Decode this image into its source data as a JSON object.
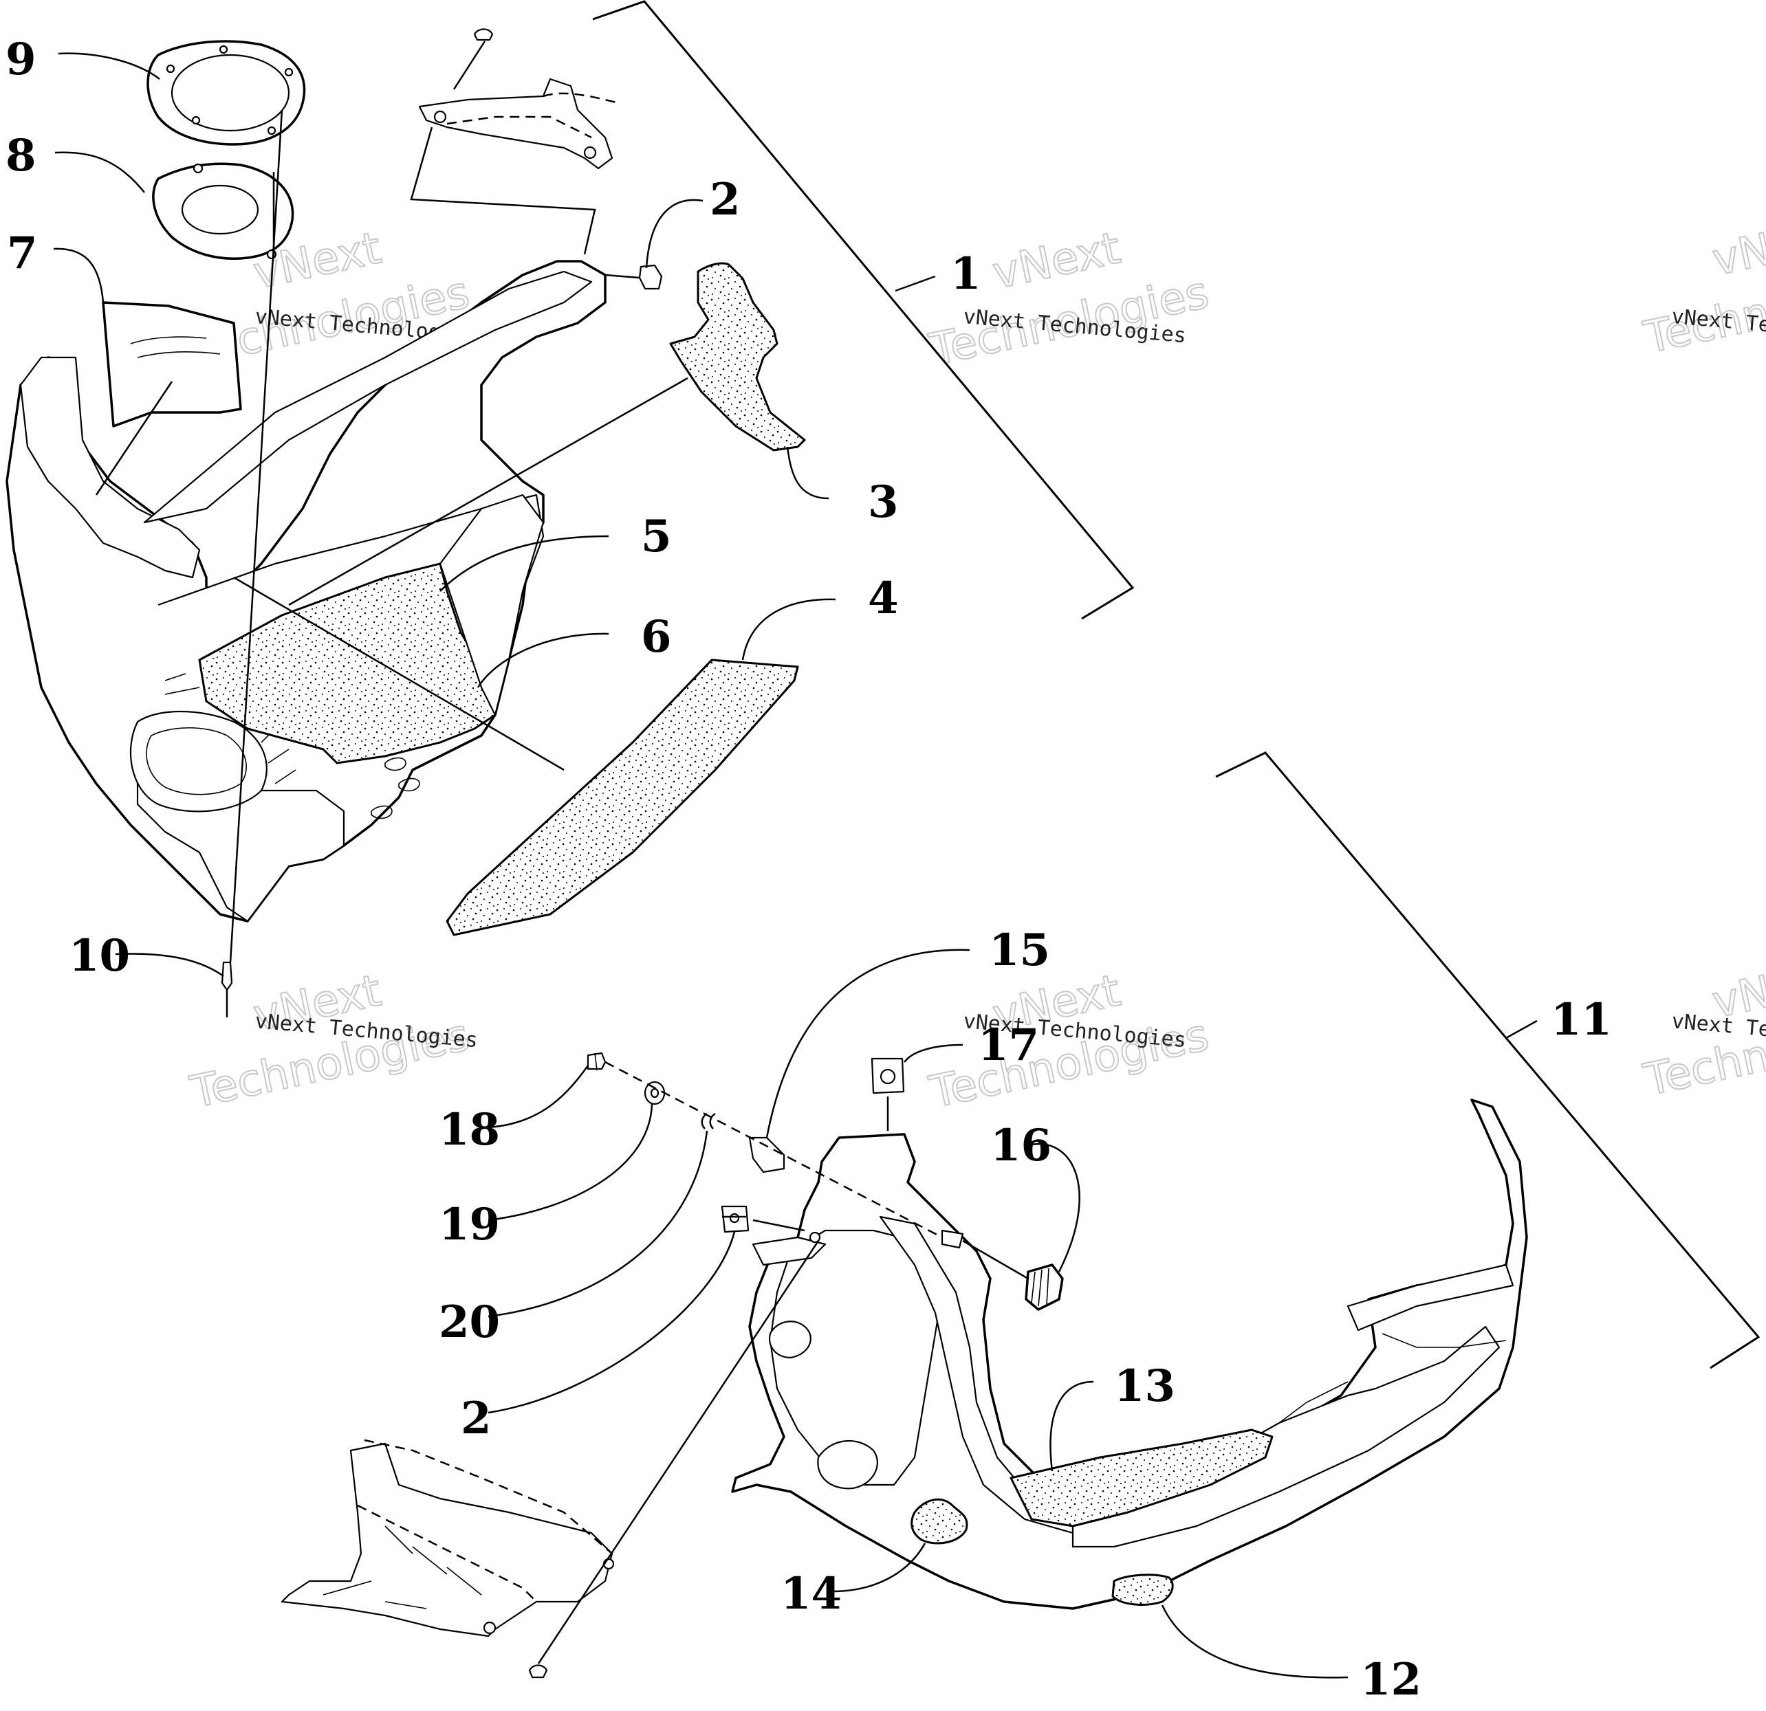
{
  "callouts": {
    "c1": "1",
    "c2a": "2",
    "c3": "3",
    "c4": "4",
    "c5": "5",
    "c6": "6",
    "c7": "7",
    "c8": "8",
    "c9": "9",
    "c10": "10",
    "c11": "11",
    "c12": "12",
    "c13": "13",
    "c14": "14",
    "c15": "15",
    "c16": "16",
    "c17": "17",
    "c18": "18",
    "c19": "19",
    "c20": "20",
    "c2b": "2"
  },
  "watermark": {
    "company": "vNext Technologies",
    "brand_top": "vNext",
    "brand_bottom": "Technologies",
    "partial_company": "vNext Tec",
    "partial_top": "vNe",
    "partial_bottom": "Techno"
  }
}
